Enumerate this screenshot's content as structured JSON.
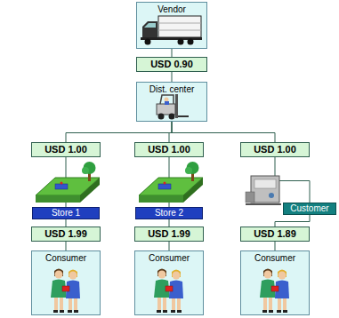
{
  "diagram": {
    "nodes": [
      {
        "text": [
          "Vendor"
        ]
      },
      {
        "text": [
          "USD 0.90"
        ]
      },
      {
        "text": [
          "Dist. center"
        ]
      },
      {
        "text": [
          "USD 1.00"
        ]
      },
      {
        "text": [
          "USD 1.00"
        ]
      },
      {
        "text": [
          "USD 1.00"
        ]
      },
      {
        "text": [
          "Store 1"
        ]
      },
      {
        "text": [
          "Store 2"
        ]
      },
      {
        "text": [
          "Customer"
        ]
      },
      {
        "text": [
          "USD 1.99"
        ]
      },
      {
        "text": [
          "USD 1.99"
        ]
      },
      {
        "text": [
          "USD 1.89"
        ]
      },
      {
        "text": [
          "Consumer"
        ]
      },
      {
        "text": [
          "Consumer"
        ]
      },
      {
        "text": [
          "Consumer"
        ]
      }
    ],
    "edges": [
      {
        "from": 0,
        "to": 1,
        "arrow": "none"
      },
      {
        "from": 1,
        "to": 2,
        "arrow": "none"
      },
      {
        "from": 2,
        "to": 3,
        "arrow": "none"
      },
      {
        "from": 2,
        "to": 4,
        "arrow": "none"
      },
      {
        "from": 2,
        "to": 5,
        "arrow": "none"
      },
      {
        "from": 3,
        "to": 6,
        "arrow": "none"
      },
      {
        "from": 4,
        "to": 7,
        "arrow": "none"
      },
      {
        "from": 5,
        "to": 8,
        "arrow": "none"
      },
      {
        "from": 6,
        "to": 9,
        "arrow": "none"
      },
      {
        "from": 7,
        "to": 10,
        "arrow": "none"
      },
      {
        "from": 8,
        "to": 11,
        "arrow": "none"
      },
      {
        "from": 9,
        "to": 12,
        "arrow": "none"
      },
      {
        "from": 10,
        "to": 13,
        "arrow": "none"
      },
      {
        "from": 11,
        "to": 14,
        "arrow": "none"
      }
    ]
  }
}
